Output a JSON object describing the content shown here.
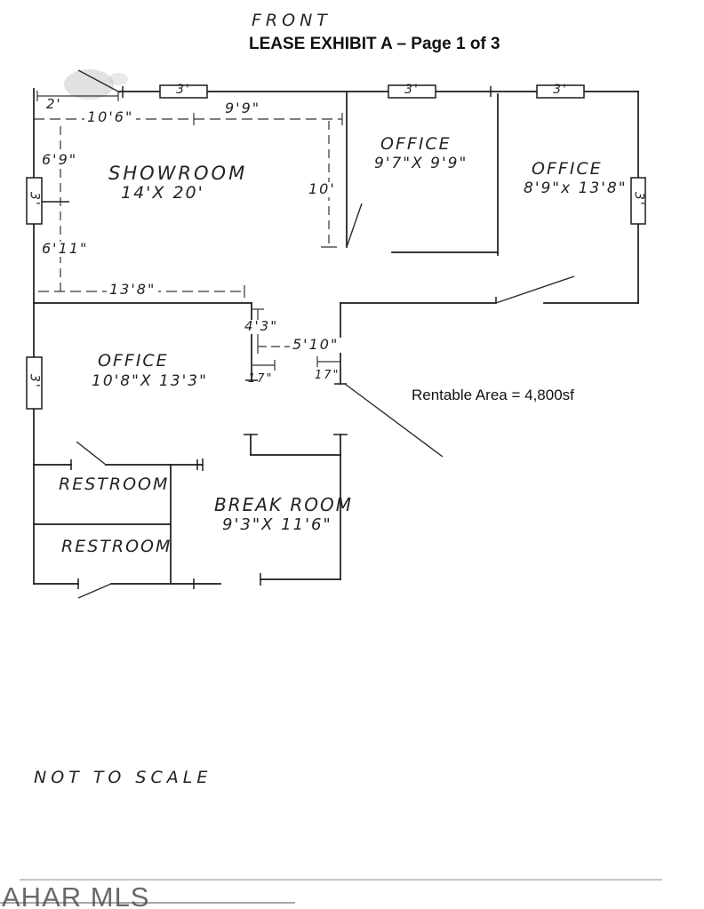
{
  "header": {
    "front": "FRONT",
    "title": "LEASE EXHIBIT A – Page 1 of 3"
  },
  "rooms": {
    "showroom": {
      "name": "SHOWROOM",
      "dims": "14'X 20'"
    },
    "office1": {
      "name": "OFFICE",
      "dims": "9'7\"X 9'9\""
    },
    "office2": {
      "name": "OFFICE",
      "dims": "8'9\"x 13'8\""
    },
    "office3": {
      "name": "OFFICE",
      "dims": "10'8\"X 13'3\""
    },
    "restroom1": {
      "name": "RESTROOM"
    },
    "restroom2": {
      "name": "RESTROOM"
    },
    "breakroom": {
      "name": "BREAK ROOM",
      "dims": "9'3\"X 11'6\""
    }
  },
  "dims": {
    "two_ft": "2'",
    "ten_six": "10'6\"",
    "nine_nine": "9'9\"",
    "six_nine": "6'9\"",
    "six_eleven": "6'11\"",
    "ten_ft": "10'",
    "thirteen_eight": "13'8\"",
    "four_three": "4'3\"",
    "five_ten": "5'10\"",
    "seventeen_left": "17\"",
    "seventeen_right": "17\"",
    "window_top1": "3'",
    "window_top2": "3'",
    "window_top3": "3'",
    "window_left1": "3'",
    "window_left2": "3'",
    "window_right": "3'"
  },
  "annotations": {
    "rentable_area": "Rentable Area = 4,800sf",
    "not_to_scale": "NOT TO SCALE"
  },
  "watermark": "AHAR MLS",
  "ink_color": "#1c1c1c"
}
